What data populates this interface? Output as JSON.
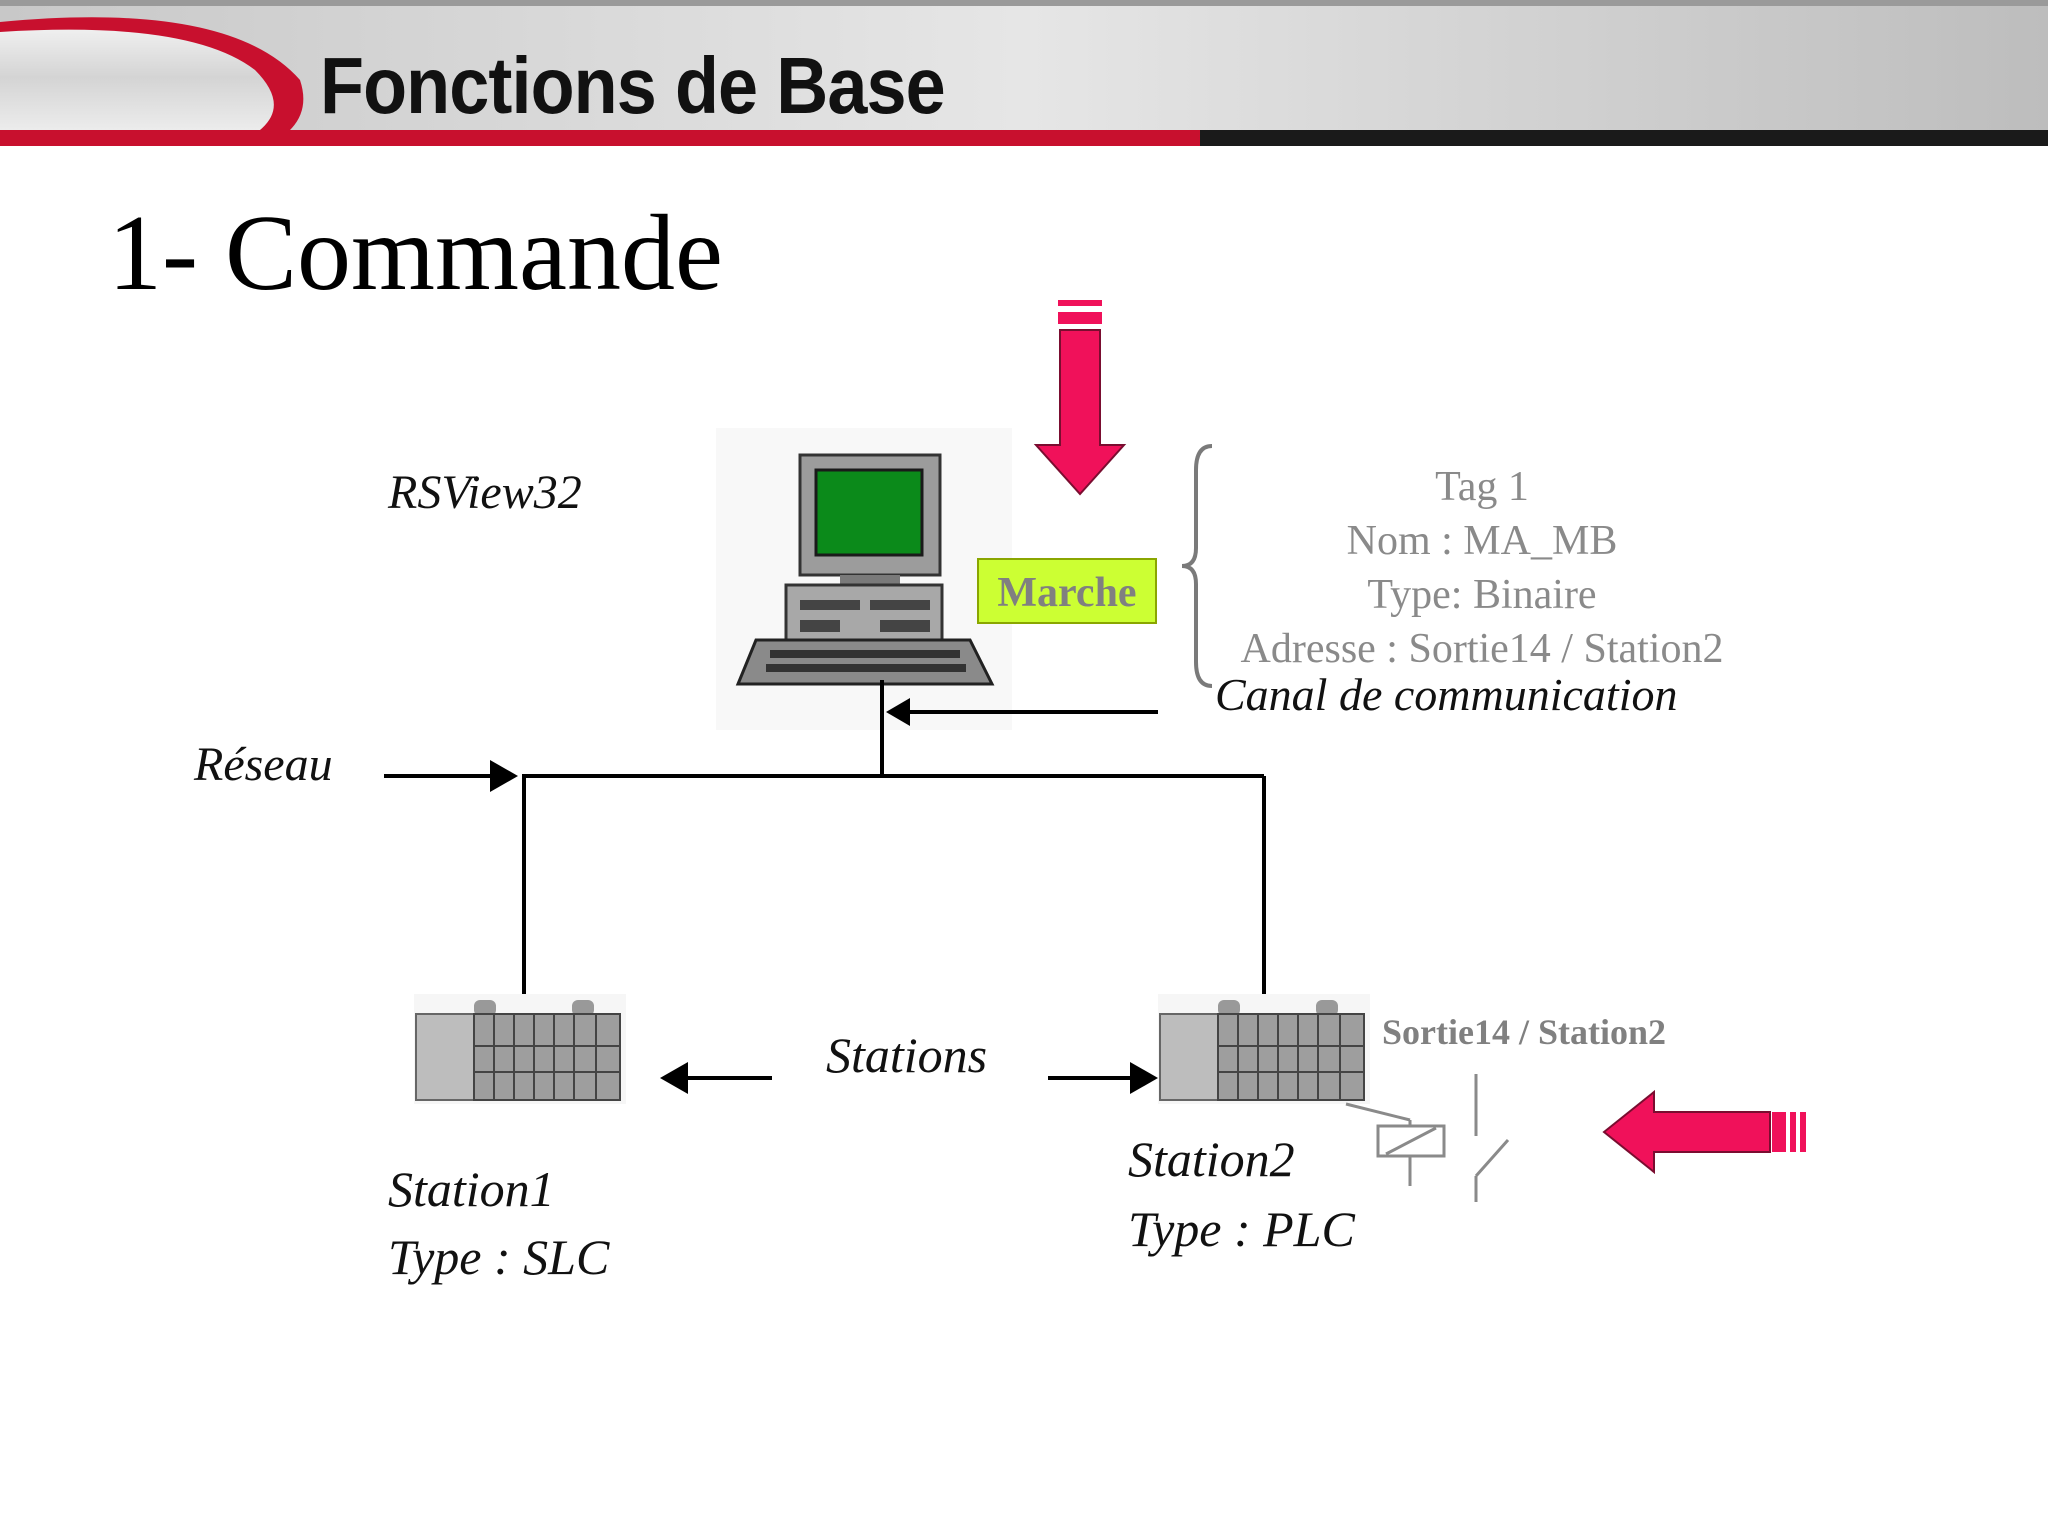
{
  "header": {
    "title": "Fonctions de Base"
  },
  "slide": {
    "title": "1- Commande"
  },
  "diagram": {
    "software_label": "RSView32",
    "button_label": "Marche",
    "tag_lines": [
      "Tag 1",
      "Nom : MA_MB",
      "Type: Binaire",
      "Adresse : Sortie14 / Station2"
    ],
    "channel_label": "Canal de communication",
    "network_label": "Réseau",
    "stations_label": "Stations",
    "station1": {
      "name": "Station1",
      "type": "Type : SLC"
    },
    "station2": {
      "name": "Station2",
      "type": "Type : PLC"
    },
    "output_label": "Sortie14 / Station2"
  },
  "colors": {
    "accent_red": "#c8102e",
    "arrow_pink": "#f0115a",
    "button_green": "#ccff33",
    "screen_green": "#0b8a1a"
  }
}
